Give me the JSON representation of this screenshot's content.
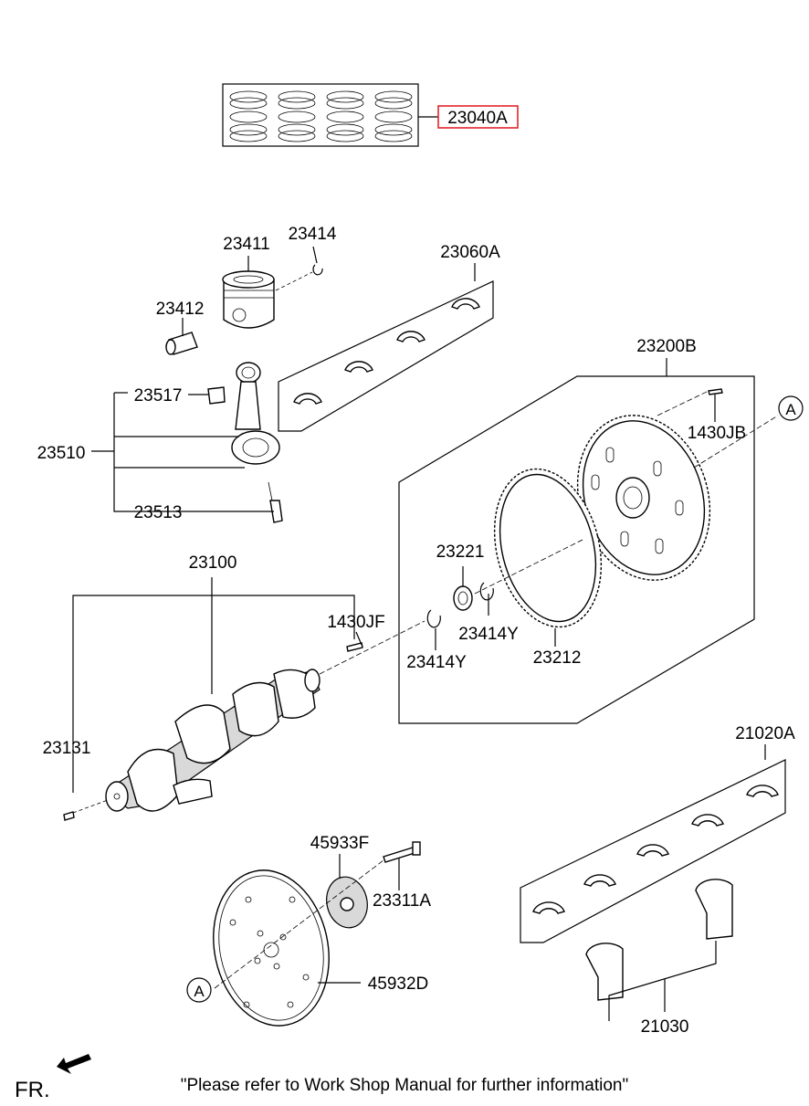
{
  "labels": {
    "p23040A": "23040A",
    "p23411": "23411",
    "p23414": "23414",
    "p23412": "23412",
    "p23060A": "23060A",
    "p23517": "23517",
    "p23510": "23510",
    "p23513": "23513",
    "p23200B": "23200B",
    "refA1": "A",
    "p1430JB": "1430JB",
    "p23221": "23221",
    "p23100": "23100",
    "p1430JF": "1430JF",
    "p23414Y_a": "23414Y",
    "p23414Y_b": "23414Y",
    "p23212": "23212",
    "p23131": "23131",
    "p21020A": "21020A",
    "p45933F": "45933F",
    "p23311A": "23311A",
    "refA2": "A",
    "p45932D": "45932D",
    "p21030": "21030"
  },
  "highlight": {
    "part": "23040A",
    "color": "#e3242b"
  },
  "footer": {
    "direction_label": "FR.",
    "note": "\"Please refer to Work Shop Manual for further information\""
  }
}
